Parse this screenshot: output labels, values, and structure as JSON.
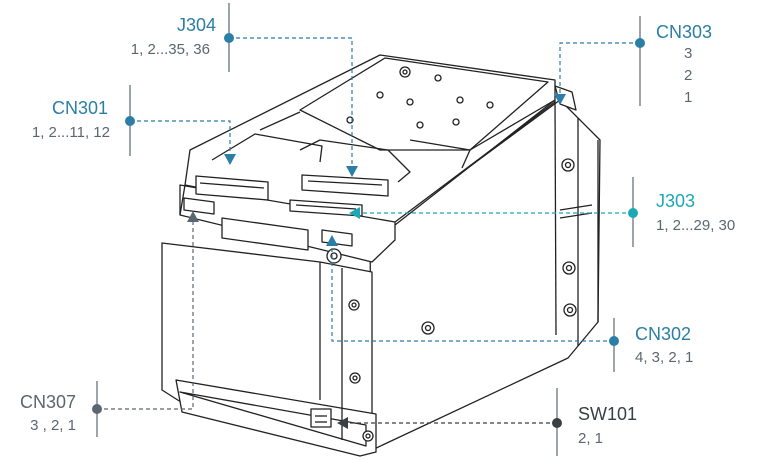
{
  "colors": {
    "blue": "#2b7ea6",
    "teal": "#1ba9b5",
    "gray": "#5b6770",
    "dark": "#3a3f44",
    "line": "#222222"
  },
  "callouts": {
    "j304": {
      "name": "J304",
      "pins": "1, 2...35, 36"
    },
    "cn303": {
      "name": "CN303",
      "pins": [
        "3",
        "2",
        "1"
      ]
    },
    "cn301": {
      "name": "CN301",
      "pins": "1, 2...11, 12"
    },
    "j303": {
      "name": "J303",
      "pins": "1, 2...29, 30"
    },
    "cn302": {
      "name": "CN302",
      "pins": "4, 3, 2, 1"
    },
    "cn307": {
      "name": "CN307",
      "pins": "3 , 2, 1"
    },
    "sw101": {
      "name": "SW101",
      "pins": "2, 1"
    }
  }
}
